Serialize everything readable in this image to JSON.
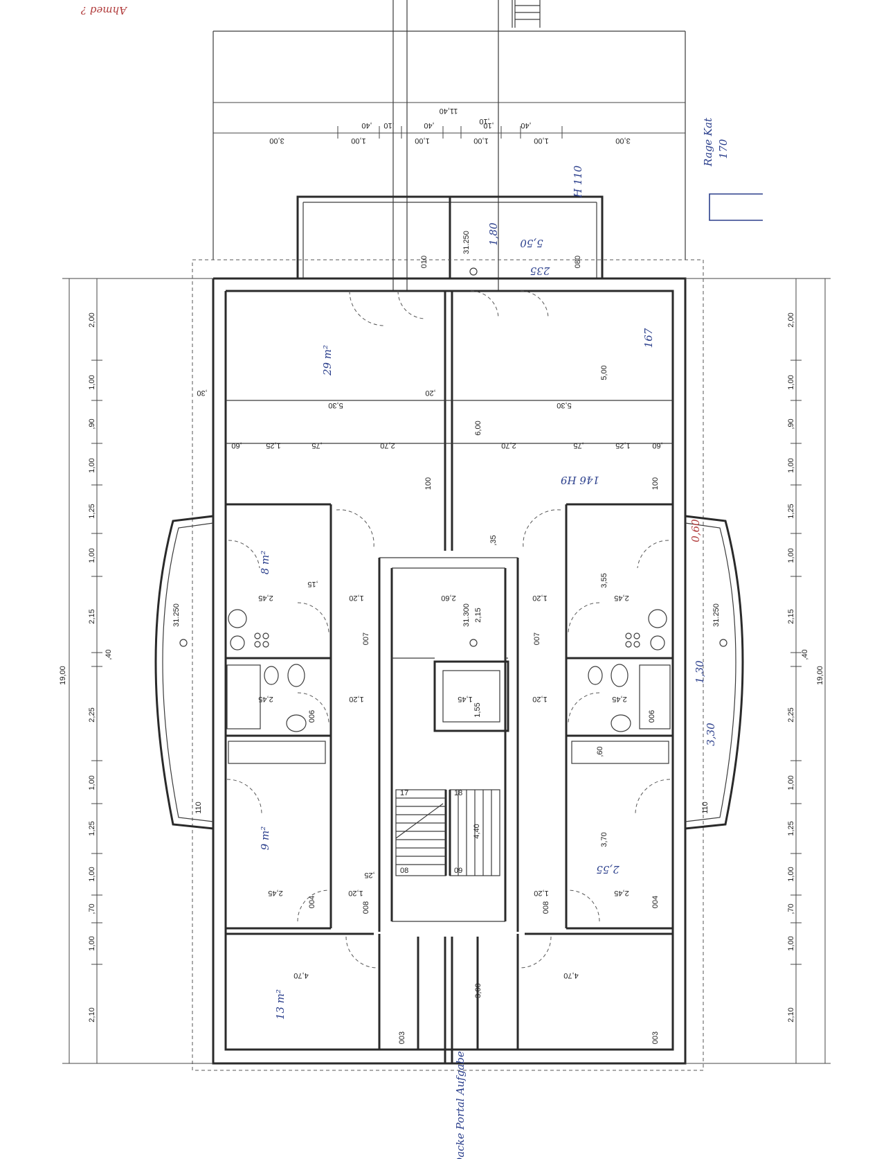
{
  "plan": {
    "top_overall_dim": "11,40",
    "top_dims": [
      "3,00",
      "1,00",
      "1,00",
      "1,00",
      "1,00",
      "3,00"
    ],
    "top_small_dims": [
      ",40",
      ",10",
      ",40",
      ",10",
      ",40"
    ],
    "left_overall_dim": "19,00",
    "right_overall_dim": "19,00",
    "left_dims": [
      "2,00",
      "1,00",
      ",90",
      "1,00",
      "1,25",
      "1,00",
      "2,15",
      ",40",
      "2,25",
      "1,00",
      "1,25",
      "1,00",
      ",70",
      "1,00",
      "2,10"
    ],
    "right_dims": [
      "2,00",
      "1,00",
      ",90",
      "1,00",
      "1,25",
      "1,00",
      "2,15",
      ",40",
      "2,25",
      "1,00",
      "1,25",
      "1,00",
      ",70",
      "1,00",
      "2,10"
    ],
    "room_width_left": "5,30",
    "room_width_right": "5,30",
    "window_dims_left": [
      ",60",
      "1,25",
      ",75",
      "2,70"
    ],
    "window_dims_right": [
      "2,70",
      ",75",
      "1,25",
      ",60"
    ],
    "bath_dim": "2,45",
    "corridor_dim": "1,20",
    "bed_dim": "4,70",
    "stair_dim": "4,40",
    "lift_dim_a": "1,45",
    "lift_dim_b": "1,55",
    "landing_dim": "2,60",
    "vertical_dims": [
      "5,00",
      "6,00",
      "3,55",
      "3,70",
      "3,00",
      "2,15"
    ],
    "small_dims": [
      ",30",
      ",20",
      ",15",
      ",25",
      ",35",
      ",60",
      ",10"
    ],
    "level_left": "31.250",
    "level_right": "31.250",
    "level_center": "31.300",
    "level_top": "31.250",
    "opening_codes": [
      "100",
      "007",
      "006",
      "008",
      "004",
      "003",
      "110",
      "010",
      "080"
    ],
    "stair_numbers": [
      "17",
      "18",
      "08",
      "09"
    ]
  },
  "handwriting": {
    "corner_note": "Ahmed ?",
    "area_living": "29 m²",
    "area_bath": "8 m²",
    "area_bed": "9 m²",
    "area_bottom": "13 m²",
    "balcony_note": "5,50",
    "balcony_h": "1,80",
    "balcony_235": "235",
    "rail_note": "H 110",
    "side_note_a": "Rage Kat",
    "side_note_b": "170",
    "wall_note": "146 H9",
    "note_167": "167",
    "note_255": "2,55",
    "note_330": "3,30",
    "note_130": "1,30",
    "note_060": "0,60",
    "bottom_note": "Dacke Portal Aufgabe"
  }
}
